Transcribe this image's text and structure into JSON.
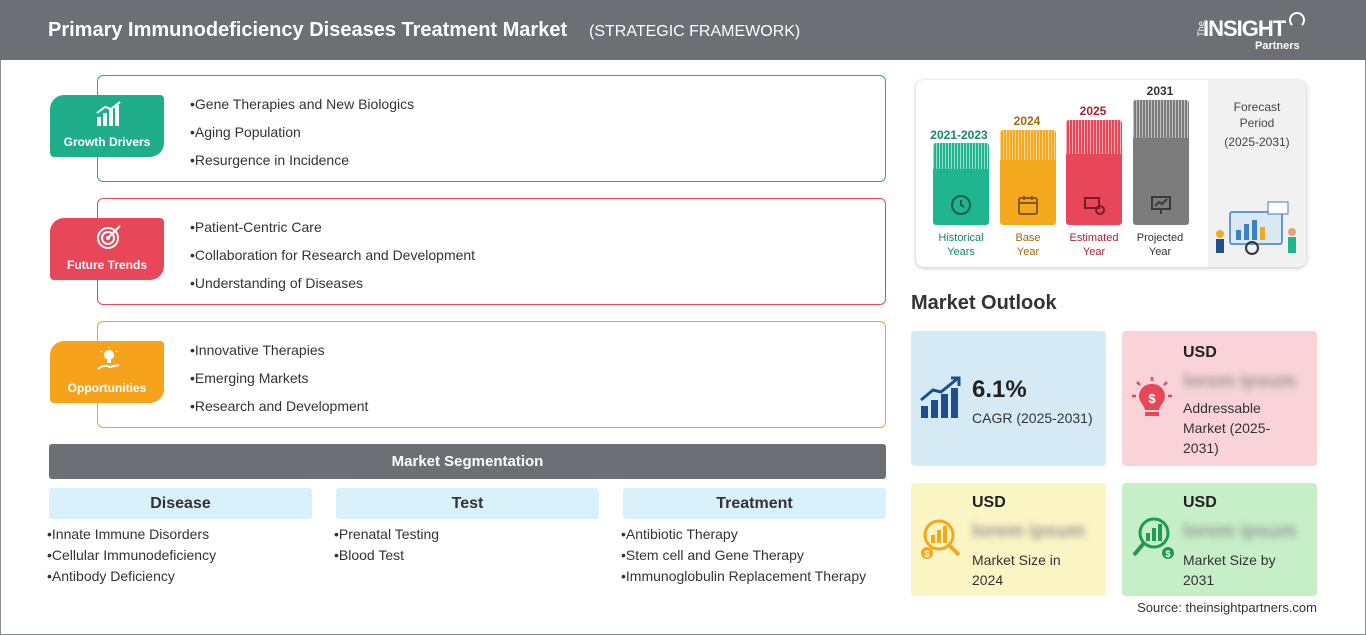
{
  "header": {
    "title": "Primary Immunodeficiency Diseases Treatment Market",
    "subtitle": "(STRATEGIC FRAMEWORK)",
    "logo": {
      "the": "The",
      "insight": "INSIGHT",
      "partners": "Partners"
    }
  },
  "framework": {
    "growth_drivers": {
      "label": "Growth Drivers",
      "color": "#1fae8a",
      "items": [
        "Gene Therapies and New Biologics",
        "Aging Population",
        "Resurgence in Incidence"
      ]
    },
    "future_trends": {
      "label": "Future Trends",
      "color": "#e8475a",
      "items": [
        "Patient-Centric Care",
        "Collaboration for Research and Development",
        "Understanding of Diseases"
      ]
    },
    "opportunities": {
      "label": "Opportunities",
      "color": "#f7a21b",
      "items": [
        "Innovative Therapies",
        "Emerging Markets",
        "Research and Development"
      ]
    }
  },
  "segmentation": {
    "title": "Market Segmentation",
    "columns": [
      {
        "heading": "Disease",
        "items": [
          "Innate Immune Disorders",
          "Cellular Immunodeficiency",
          "Antibody Deficiency"
        ]
      },
      {
        "heading": "Test",
        "items": [
          "Prenatal Testing",
          "Blood Test"
        ]
      },
      {
        "heading": "Treatment",
        "items": [
          "Antibiotic Therapy",
          "Stem cell and Gene Therapy",
          "Immunoglobulin Replacement Therapy"
        ]
      }
    ]
  },
  "timeline": {
    "bars": [
      {
        "year": "2021-2023",
        "label1": "Historical",
        "label2": "Years",
        "color": "#1fb58e",
        "text_color": "#16876a"
      },
      {
        "year": "2024",
        "label1": "Base",
        "label2": "Year",
        "color": "#f4a81d",
        "text_color": "#a2680c"
      },
      {
        "year": "2025",
        "label1": "Estimated",
        "label2": "Year",
        "color": "#e8475a",
        "text_color": "#a3233a"
      },
      {
        "year": "2031",
        "label1": "Projected",
        "label2": "Year",
        "color": "#7c7c7c",
        "text_color": "#333333"
      }
    ],
    "forecast_label1": "Forecast",
    "forecast_label2": "Period",
    "forecast_range": "(2025-2031)"
  },
  "outlook": {
    "title": "Market Outlook",
    "cagr": {
      "value": "6.1%",
      "label": "CAGR (2025-2031)",
      "bg": "#d6eaf6"
    },
    "addressable": {
      "currency": "USD",
      "value": "lorem ipsum",
      "label1": "Addressable",
      "label2": "Market (2025-",
      "label3": "2031)",
      "bg": "#f9d3d8"
    },
    "size_2024": {
      "currency": "USD",
      "value": "lorem ipsum",
      "label1": "Market Size in",
      "label2": "2024",
      "bg": "#fbf5c4"
    },
    "size_2031": {
      "currency": "USD",
      "value": "lorem ipsum",
      "label1": "Market Size by",
      "label2": "2031",
      "bg": "#c6efc8"
    }
  },
  "source": "Source: theinsightpartners.com"
}
